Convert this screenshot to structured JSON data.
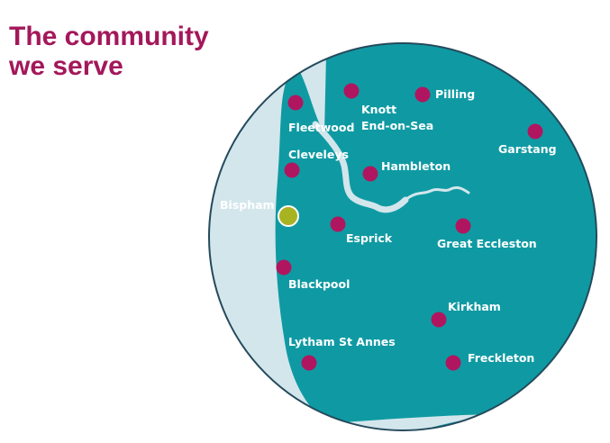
{
  "heading": {
    "line1": "The community",
    "line2": "we serve"
  },
  "colors": {
    "heading": "#a3185a",
    "land": "#0f9aa3",
    "sea": "#d3e6ec",
    "border": "#244a5c",
    "marker": "#b0165f",
    "highlight": "#a8b322",
    "label": "#ffffff"
  },
  "towns": [
    {
      "id": "fleetwood",
      "label_lines": [
        "Fleetwood"
      ],
      "highlight": false
    },
    {
      "id": "knott-end",
      "label_lines": [
        "Knott",
        "End-on-Sea"
      ],
      "highlight": false
    },
    {
      "id": "pilling",
      "label_lines": [
        "Pilling"
      ],
      "highlight": false
    },
    {
      "id": "garstang",
      "label_lines": [
        "Garstang"
      ],
      "highlight": false
    },
    {
      "id": "cleveleys",
      "label_lines": [
        "Cleveleys"
      ],
      "highlight": false
    },
    {
      "id": "hambleton",
      "label_lines": [
        "Hambleton"
      ],
      "highlight": false
    },
    {
      "id": "bispham",
      "label_lines": [
        "Bispham"
      ],
      "highlight": true
    },
    {
      "id": "esprick",
      "label_lines": [
        "Esprick"
      ],
      "highlight": false
    },
    {
      "id": "great-eccleston",
      "label_lines": [
        "Great Eccleston"
      ],
      "highlight": false
    },
    {
      "id": "blackpool",
      "label_lines": [
        "Blackpool"
      ],
      "highlight": false
    },
    {
      "id": "kirkham",
      "label_lines": [
        "Kirkham"
      ],
      "highlight": false
    },
    {
      "id": "lytham-st-annes",
      "label_lines": [
        "Lytham St Annes"
      ],
      "highlight": false
    },
    {
      "id": "freckleton",
      "label_lines": [
        "Freckleton"
      ],
      "highlight": false
    }
  ]
}
